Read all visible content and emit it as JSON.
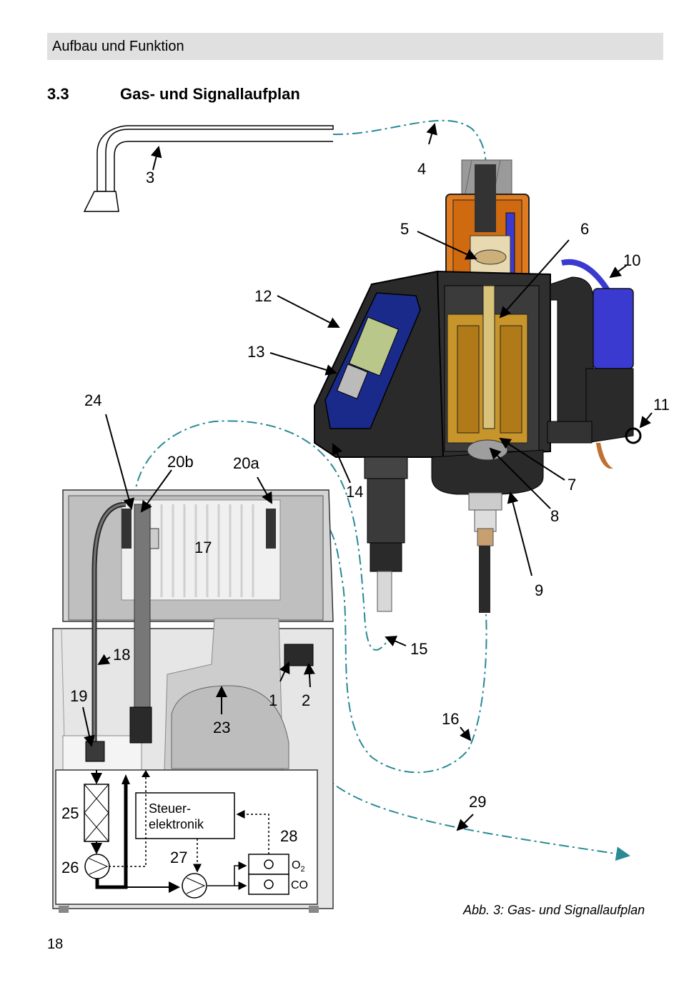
{
  "header": {
    "section": "Aufbau und Funktion"
  },
  "section": {
    "number": "3.3",
    "title": "Gas- und Signallaufplan"
  },
  "figure": {
    "labels": {
      "n1": "1",
      "n2": "2",
      "n3": "3",
      "n4": "4",
      "n5": "5",
      "n6": "6",
      "n7": "7",
      "n8": "8",
      "n9": "9",
      "n10": "10",
      "n11": "11",
      "n12": "12",
      "n13": "13",
      "n14": "14",
      "n15": "15",
      "n16": "16",
      "n17": "17",
      "n18": "18",
      "n19": "19",
      "n20a": "20a",
      "n20b": "20b",
      "n23": "23",
      "n24": "24",
      "n25": "25",
      "n26": "26",
      "n27": "27",
      "n28": "28",
      "n29": "29"
    },
    "control_box": {
      "line1": "Steuer-",
      "line2": "elektronik"
    },
    "sensors": {
      "o2_symbol": "O",
      "o2_sub": "2",
      "co": "CO"
    },
    "colors": {
      "gas_line": "#2a8a95",
      "orange": "#e07b20",
      "blue": "#3a3ad0",
      "brass": "#c8952a",
      "dark": "#2b2b2b"
    }
  },
  "caption": "Abb. 3: Gas- und Signallaufplan",
  "page_number": "18"
}
